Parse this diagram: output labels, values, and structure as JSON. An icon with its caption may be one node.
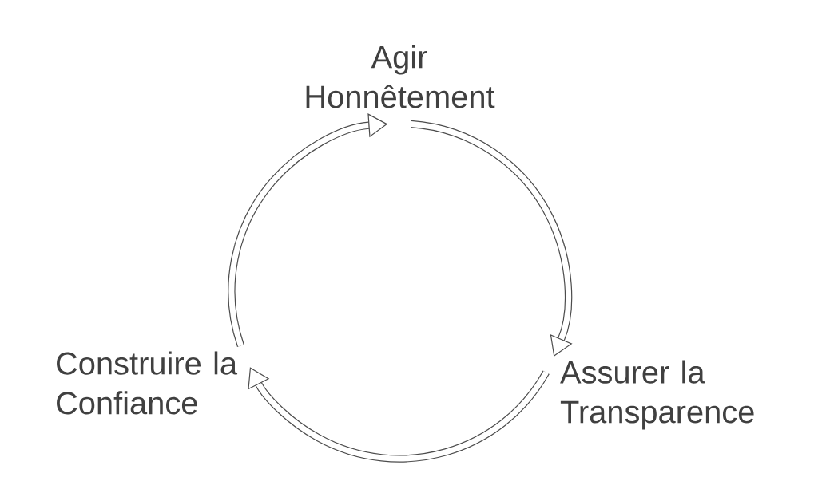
{
  "diagram": {
    "nodes": [
      {
        "text": [
          "Agir Honnêtement"
        ]
      },
      {
        "text": [
          "Assurer la Transparence"
        ]
      },
      {
        "text": [
          "Construire la Confiance"
        ]
      }
    ],
    "edges": [
      {
        "from": 0,
        "to": 1,
        "arrow": "to"
      },
      {
        "from": 1,
        "to": 2,
        "arrow": "to"
      },
      {
        "from": 2,
        "to": 0,
        "arrow": "to"
      }
    ]
  }
}
